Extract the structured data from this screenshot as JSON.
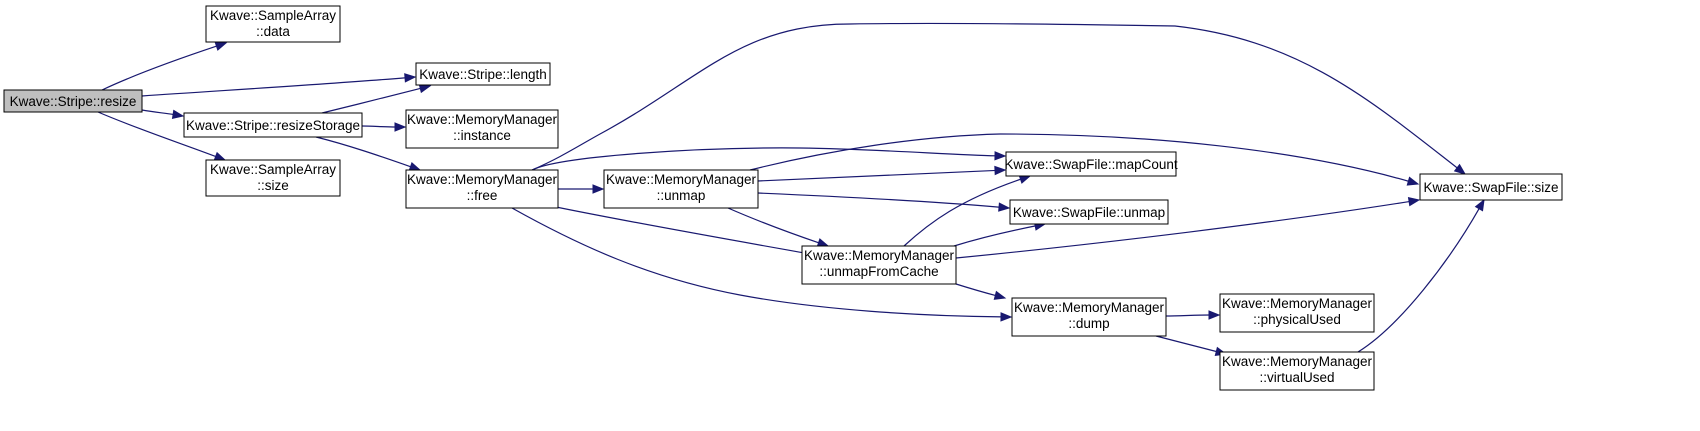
{
  "diagram": {
    "colors": {
      "edge": "#191970",
      "root_fill": "#bfbfbf",
      "node_fill": "#ffffff",
      "border": "#000000"
    },
    "nodes": [
      {
        "id": "resize",
        "lines": [
          "Kwave::Stripe::resize"
        ],
        "root": true
      },
      {
        "id": "sa_data",
        "lines": [
          "Kwave::SampleArray",
          "::data"
        ]
      },
      {
        "id": "length",
        "lines": [
          "Kwave::Stripe::length"
        ]
      },
      {
        "id": "resizeStorage",
        "lines": [
          "Kwave::Stripe::resizeStorage"
        ]
      },
      {
        "id": "instance",
        "lines": [
          "Kwave::MemoryManager",
          "::instance"
        ]
      },
      {
        "id": "sa_size",
        "lines": [
          "Kwave::SampleArray",
          "::size"
        ]
      },
      {
        "id": "free",
        "lines": [
          "Kwave::MemoryManager",
          "::free"
        ]
      },
      {
        "id": "mm_unmap",
        "lines": [
          "Kwave::MemoryManager",
          "::unmap"
        ]
      },
      {
        "id": "mapCount",
        "lines": [
          "Kwave::SwapFile::mapCount"
        ]
      },
      {
        "id": "sf_unmap",
        "lines": [
          "Kwave::SwapFile::unmap"
        ]
      },
      {
        "id": "unmapFromCache",
        "lines": [
          "Kwave::MemoryManager",
          "::unmapFromCache"
        ]
      },
      {
        "id": "dump",
        "lines": [
          "Kwave::MemoryManager",
          "::dump"
        ]
      },
      {
        "id": "physicalUsed",
        "lines": [
          "Kwave::MemoryManager",
          "::physicalUsed"
        ]
      },
      {
        "id": "virtualUsed",
        "lines": [
          "Kwave::MemoryManager",
          "::virtualUsed"
        ]
      },
      {
        "id": "sf_size",
        "lines": [
          "Kwave::SwapFile::size"
        ]
      }
    ],
    "edges": [
      {
        "from": "resize",
        "to": "sa_data"
      },
      {
        "from": "resize",
        "to": "length"
      },
      {
        "from": "resize",
        "to": "resizeStorage"
      },
      {
        "from": "resize",
        "to": "sa_size"
      },
      {
        "from": "resizeStorage",
        "to": "length"
      },
      {
        "from": "resizeStorage",
        "to": "instance"
      },
      {
        "from": "resizeStorage",
        "to": "free"
      },
      {
        "from": "free",
        "to": "sf_size"
      },
      {
        "from": "free",
        "to": "mapCount"
      },
      {
        "from": "free",
        "to": "mm_unmap"
      },
      {
        "from": "free",
        "to": "unmapFromCache"
      },
      {
        "from": "free",
        "to": "dump"
      },
      {
        "from": "mm_unmap",
        "to": "sf_size"
      },
      {
        "from": "mm_unmap",
        "to": "mapCount"
      },
      {
        "from": "mm_unmap",
        "to": "sf_unmap"
      },
      {
        "from": "mm_unmap",
        "to": "unmapFromCache"
      },
      {
        "from": "unmapFromCache",
        "to": "mapCount"
      },
      {
        "from": "unmapFromCache",
        "to": "sf_unmap"
      },
      {
        "from": "unmapFromCache",
        "to": "sf_size"
      },
      {
        "from": "unmapFromCache",
        "to": "dump"
      },
      {
        "from": "dump",
        "to": "physicalUsed"
      },
      {
        "from": "dump",
        "to": "virtualUsed"
      },
      {
        "from": "virtualUsed",
        "to": "sf_size"
      }
    ]
  }
}
